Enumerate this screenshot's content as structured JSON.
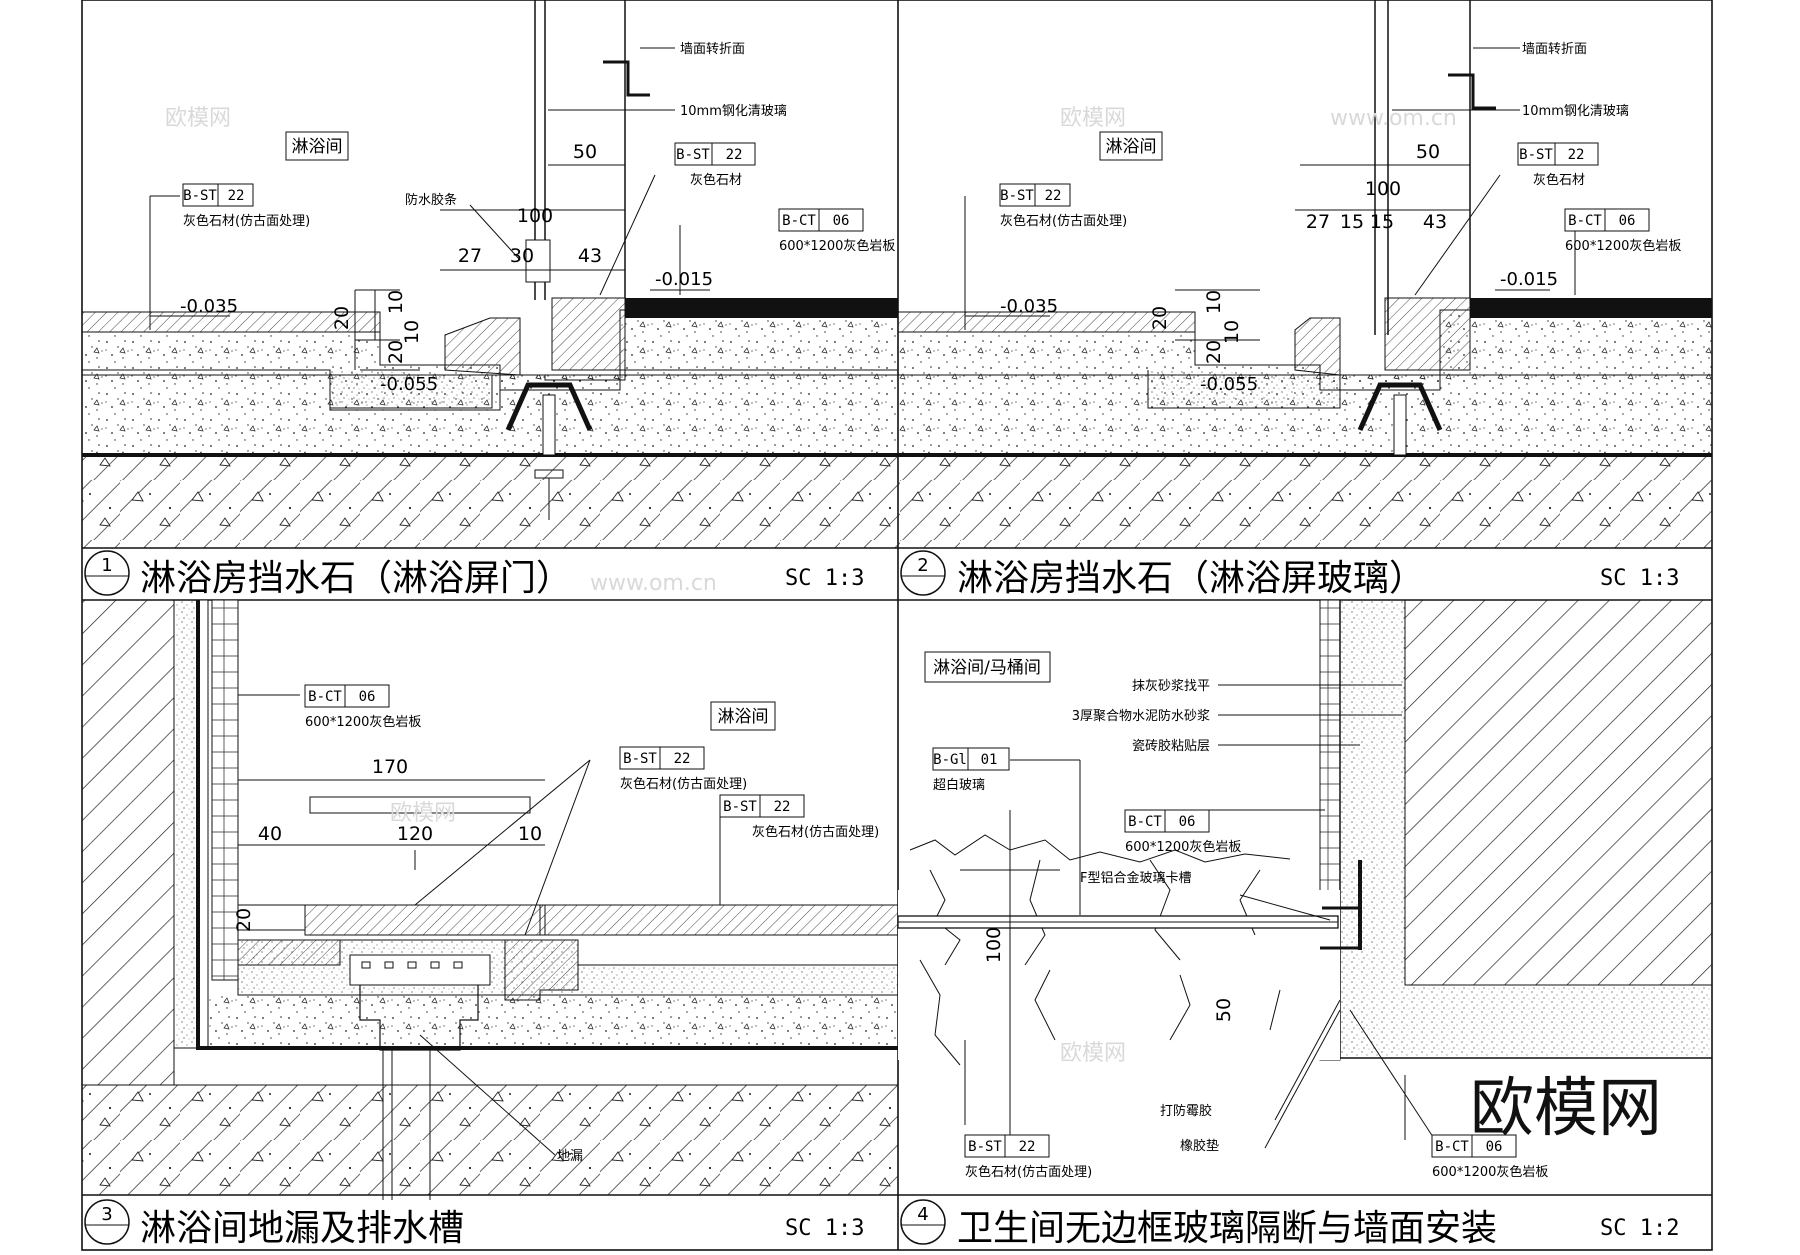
{
  "panels": [
    {
      "number": "1",
      "title": "淋浴房挡水石（淋浴屏门）",
      "scale": "SC 1:3"
    },
    {
      "number": "2",
      "title": "淋浴房挡水石（淋浴屏玻璃）",
      "scale": "SC 1:3"
    },
    {
      "number": "3",
      "title": "淋浴间地漏及排水槽",
      "scale": "SC 1:3"
    },
    {
      "number": "4",
      "title": "卫生间无边框玻璃隔断与墙面安装",
      "scale": "SC 1:2"
    }
  ],
  "p1": {
    "room": "淋浴间",
    "tag_a": {
      "code": "B-ST",
      "num": "22",
      "desc": "灰色石材(仿古面处理)"
    },
    "tag_b": {
      "code": "B-ST",
      "num": "22",
      "desc": "灰色石材"
    },
    "tag_c": {
      "code": "B-CT",
      "num": "06",
      "desc": "600*1200灰色岩板"
    },
    "note_wall": "墙面转折面",
    "note_glass": "10mm钢化清玻璃",
    "note_seal": "防水胶条",
    "dims": {
      "d50": "50",
      "d100": "100",
      "d27": "27",
      "d30": "30",
      "d43": "43",
      "d20": "20",
      "d10": "10",
      "d201": "20",
      "d10b": "10"
    },
    "lvl_a": "-0.035",
    "lvl_b": "-0.015",
    "lvl_c": "-0.055"
  },
  "p2": {
    "room": "淋浴间",
    "tag_a": {
      "code": "B-ST",
      "num": "22",
      "desc": "灰色石材(仿古面处理)"
    },
    "tag_b": {
      "code": "B-ST",
      "num": "22",
      "desc": "灰色石材"
    },
    "tag_c": {
      "code": "B-CT",
      "num": "06",
      "desc": "600*1200灰色岩板"
    },
    "note_wall": "墙面转折面",
    "note_glass": "10mm钢化清玻璃",
    "dims": {
      "d50": "50",
      "d100": "100",
      "d27": "27",
      "d15a": "15",
      "d15b": "15",
      "d43": "43",
      "d20": "20",
      "d10": "10",
      "d201": "20",
      "d10b": "10"
    },
    "lvl_a": "-0.035",
    "lvl_b": "-0.015",
    "lvl_c": "-0.055"
  },
  "p3": {
    "room": "淋浴间",
    "tag_a": {
      "code": "B-CT",
      "num": "06",
      "desc": "600*1200灰色岩板"
    },
    "tag_b": {
      "code": "B-ST",
      "num": "22",
      "desc": "灰色石材(仿古面处理)"
    },
    "tag_c": {
      "code": "B-ST",
      "num": "22",
      "desc": "灰色石材(仿古面处理)"
    },
    "dims": {
      "d170": "170",
      "d40": "40",
      "d120": "120",
      "d10": "10",
      "d20": "20"
    },
    "note_drain": "地漏"
  },
  "p4": {
    "room": "淋浴间/马桶间",
    "tag_glass": {
      "code": "B-Gl",
      "num": "01",
      "desc": "超白玻璃"
    },
    "tag_ct1": {
      "code": "B-CT",
      "num": "06",
      "desc": "600*1200灰色岩板"
    },
    "tag_st": {
      "code": "B-ST",
      "num": "22",
      "desc": "灰色石材(仿古面处理)"
    },
    "tag_ct2": {
      "code": "B-CT",
      "num": "06",
      "desc": "600*1200灰色岩板"
    },
    "layer1": "抹灰砂浆找平",
    "layer2": "3厚聚合物水泥防水砂浆",
    "layer3": "瓷砖胶粘贴层",
    "clip": "F型铝合金玻璃卡槽",
    "sealant": "打防霉胶",
    "gasket": "橡胶垫",
    "dims": {
      "d100": "100",
      "d50": "50"
    }
  },
  "watermark": "欧模网",
  "watermark_url": "www.om.cn",
  "brand": "欧模网"
}
